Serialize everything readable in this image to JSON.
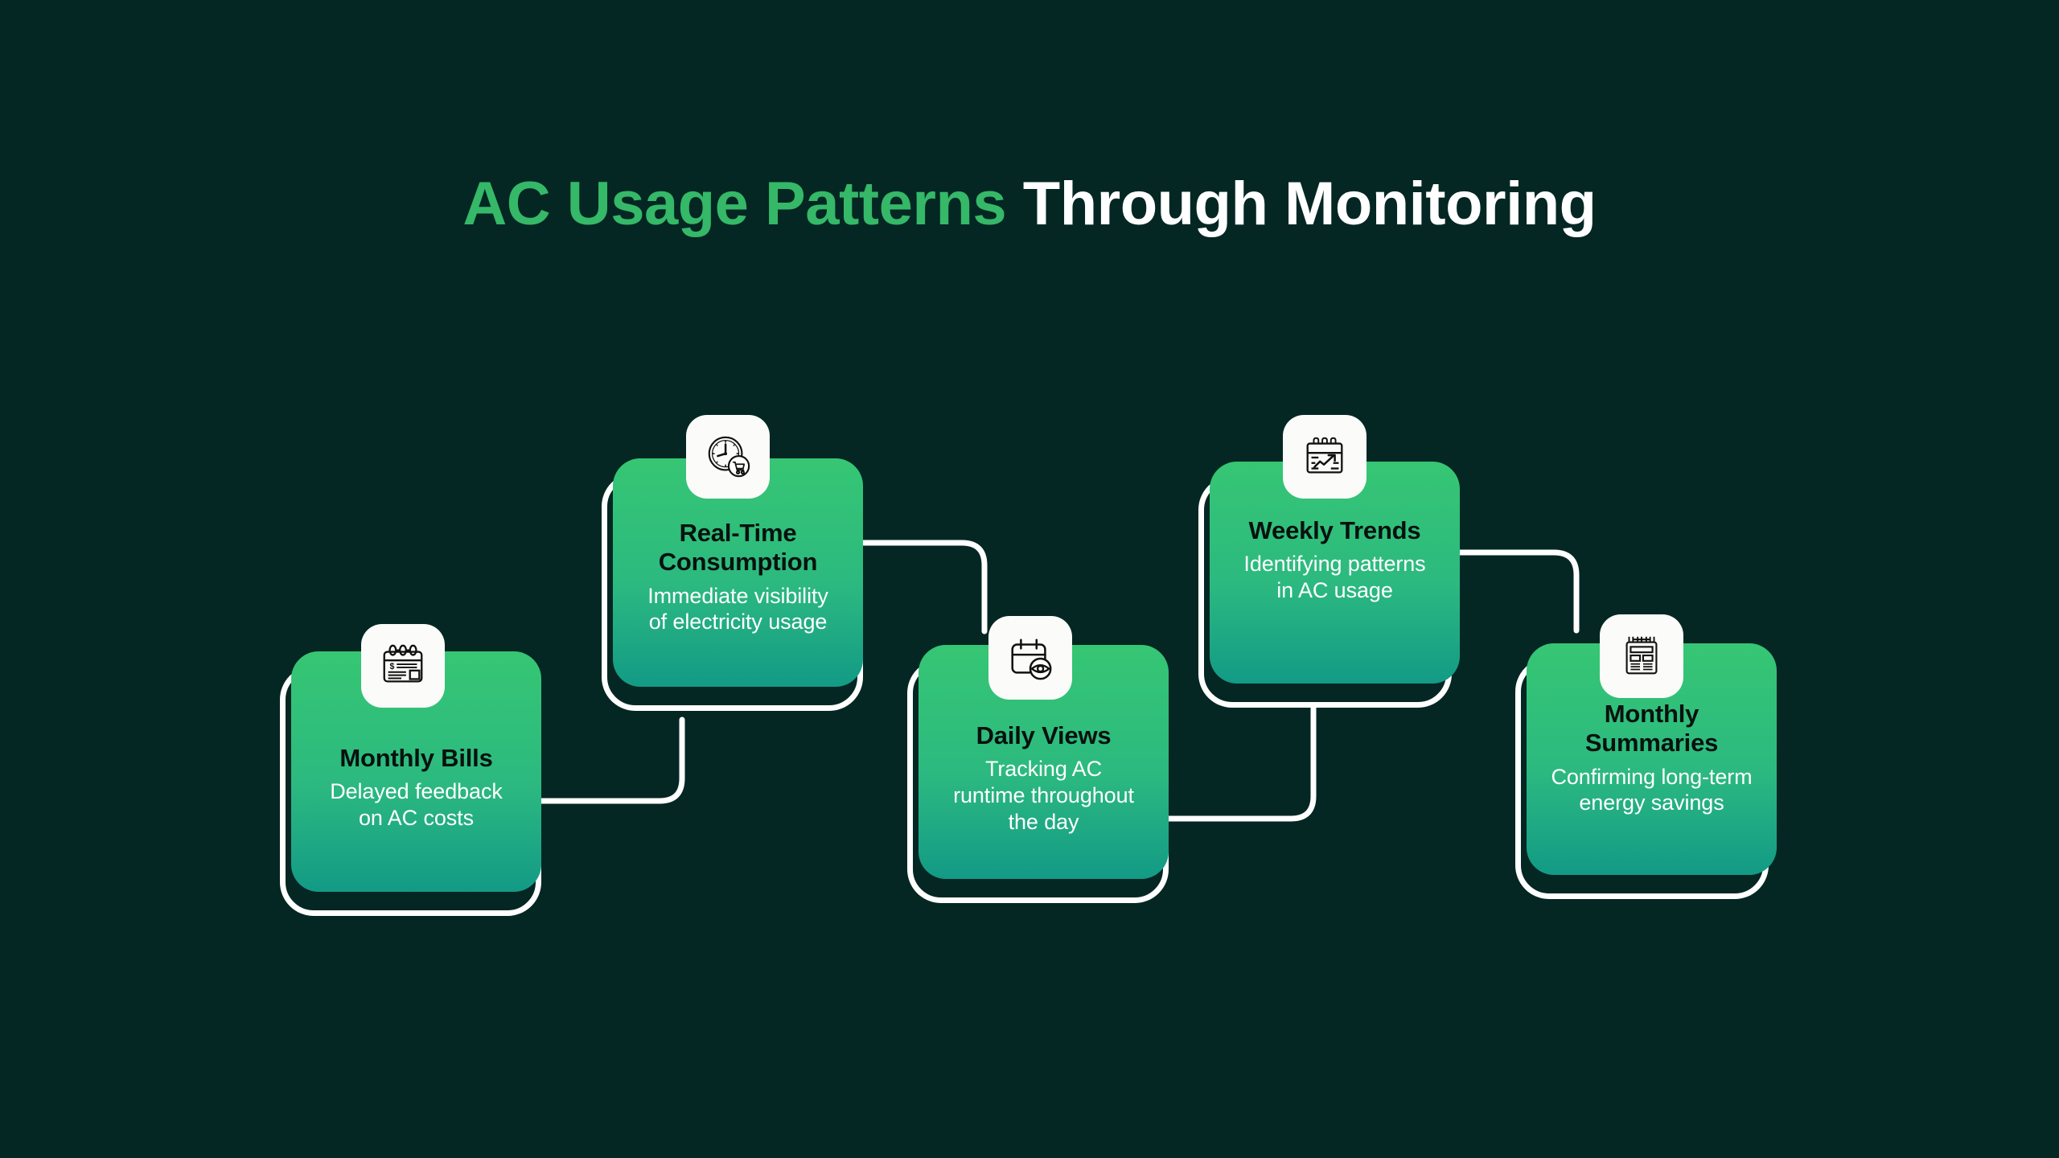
{
  "background_color": "#042723",
  "accent_color": "#35b868",
  "card_gradient": {
    "from": "#36c673",
    "to": "#139a86"
  },
  "connector_color": "#ffffff",
  "title": {
    "accent_text": "AC Usage Patterns",
    "plain_text": "Through Monitoring",
    "full": "AC Usage Patterns Through Monitoring"
  },
  "cards": [
    {
      "id": "monthly-bills",
      "title": "Monthly Bills",
      "description": "Delayed feedback on AC costs",
      "desc_lines": [
        "Delayed feedback",
        "on AC costs"
      ],
      "icon": "bill-invoice-icon"
    },
    {
      "id": "real-time-consumption",
      "title": "Real-Time Consumption",
      "title_lines": [
        "Real-Time",
        "Consumption"
      ],
      "description": "Immediate visibility of electricity usage",
      "desc_lines": [
        "Immediate visibility",
        "of electricity usage"
      ],
      "icon": "clock-cart-icon"
    },
    {
      "id": "daily-views",
      "title": "Daily Views",
      "description": "Tracking AC runtime throughout the day",
      "desc_lines": [
        "Tracking AC",
        "runtime throughout",
        "the day"
      ],
      "icon": "calendar-eye-icon"
    },
    {
      "id": "weekly-trends",
      "title": "Weekly Trends",
      "description": "Identifying patterns in AC usage",
      "desc_lines": [
        "Identifying patterns",
        "in AC usage"
      ],
      "icon": "calendar-chart-icon"
    },
    {
      "id": "monthly-summaries",
      "title": "Monthly Summaries",
      "title_lines": [
        "Monthly",
        "Summaries"
      ],
      "description": "Confirming long-term energy savings",
      "desc_lines": [
        "Confirming long-term",
        "energy savings"
      ],
      "icon": "report-document-icon"
    }
  ]
}
